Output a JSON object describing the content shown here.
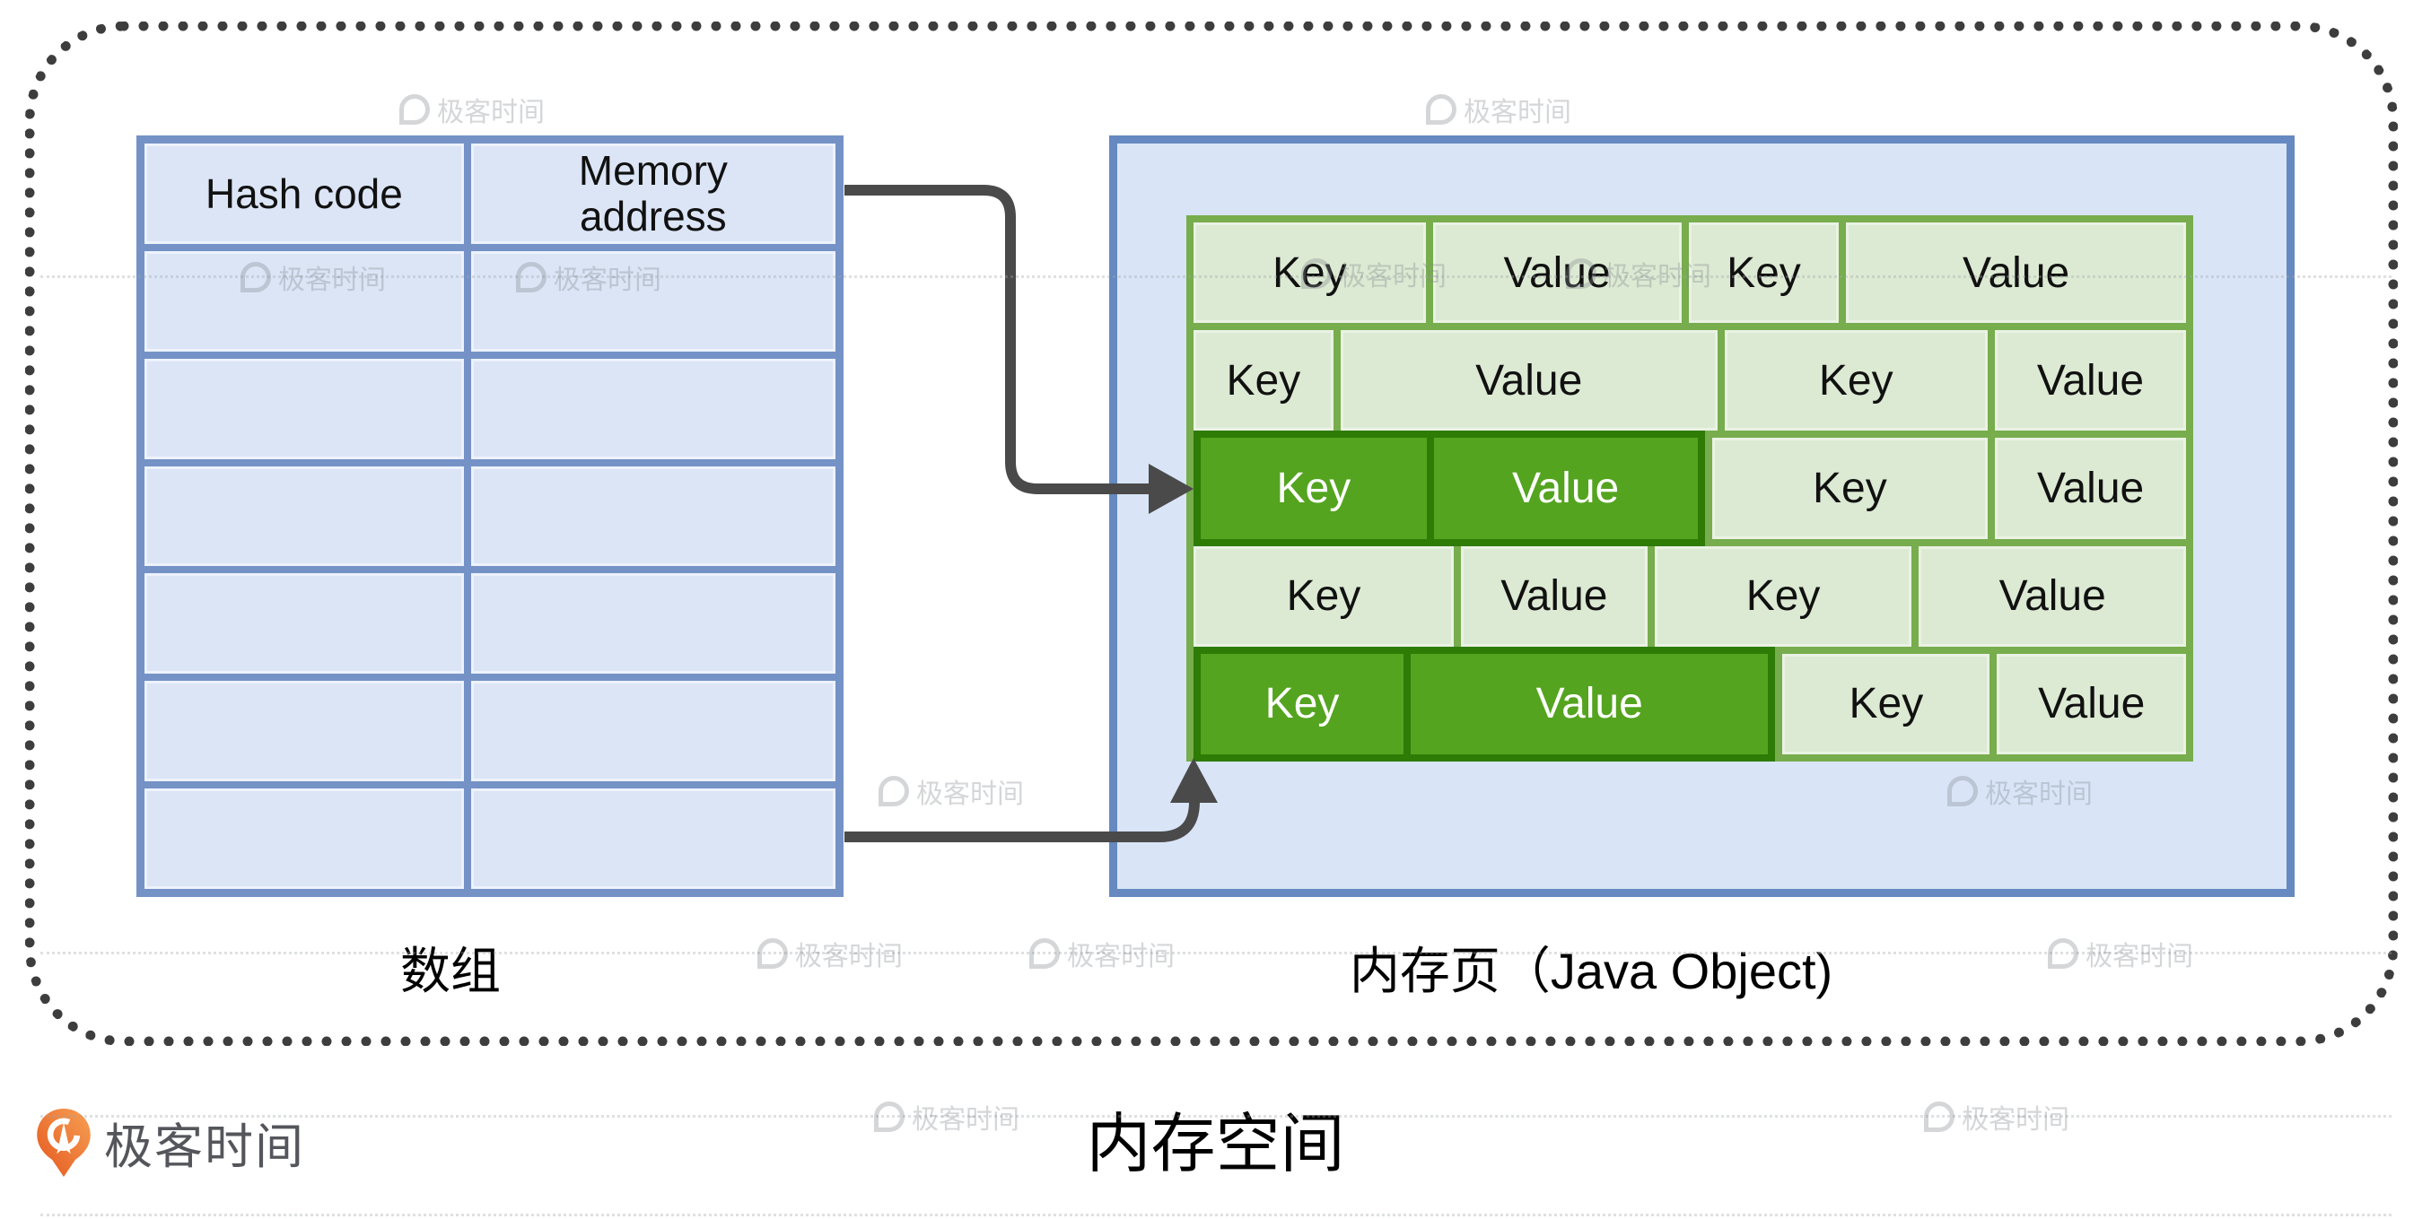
{
  "title": "内存空间",
  "branding": {
    "logo_text": "极客时间"
  },
  "watermark": {
    "text": "极客时间"
  },
  "array_table": {
    "label": "数组",
    "headers": [
      "Hash code",
      "Memory address"
    ],
    "empty_rows": 6
  },
  "memory_box": {
    "label": "内存页（Java Object)",
    "rows": [
      {
        "cells": [
          {
            "text": "Key",
            "w": 23.9,
            "hl": false
          },
          {
            "text": "Value",
            "w": 25.6,
            "hl": false
          },
          {
            "text": "Key",
            "w": 15.5,
            "hl": false
          },
          {
            "text": "Value",
            "w": 35.0,
            "hl": false
          }
        ]
      },
      {
        "cells": [
          {
            "text": "Key",
            "w": 14.4,
            "hl": false
          },
          {
            "text": "Value",
            "w": 38.8,
            "hl": false
          },
          {
            "text": "Key",
            "w": 27.1,
            "hl": false
          },
          {
            "text": "Value",
            "w": 19.7,
            "hl": false
          }
        ]
      },
      {
        "cells": [
          {
            "text": "Key",
            "w": 23.9,
            "hl": true
          },
          {
            "text": "Value",
            "w": 27.9,
            "hl": true
          },
          {
            "text": "Key",
            "w": 28.5,
            "hl": false
          },
          {
            "text": "Value",
            "w": 19.7,
            "hl": false
          }
        ]
      },
      {
        "cells": [
          {
            "text": "Key",
            "w": 26.8,
            "hl": false
          },
          {
            "text": "Value",
            "w": 19.2,
            "hl": false
          },
          {
            "text": "Key",
            "w": 26.5,
            "hl": false
          },
          {
            "text": "Value",
            "w": 27.5,
            "hl": false
          }
        ]
      },
      {
        "cells": [
          {
            "text": "Key",
            "w": 21.4,
            "hl": true
          },
          {
            "text": "Value",
            "w": 37.7,
            "hl": true
          },
          {
            "text": "Key",
            "w": 21.4,
            "hl": false
          },
          {
            "text": "Value",
            "w": 19.5,
            "hl": false
          }
        ]
      }
    ]
  },
  "colors": {
    "table_frame_blue": "#7492c6",
    "table_cell_blue": "#dbe5f6",
    "memory_box_fill": "#d9e5f7",
    "memory_box_border": "#6589c0",
    "grid_frame_green": "#77ad4d",
    "cell_light_green": "#dcead3",
    "highlight_green": "#54a41f",
    "highlight_border_green": "#2e7b06",
    "arrow_gray": "#4a4a4a",
    "dotted_border_gray": "#3d3d3d",
    "logo_orange": "#ec6e28"
  }
}
